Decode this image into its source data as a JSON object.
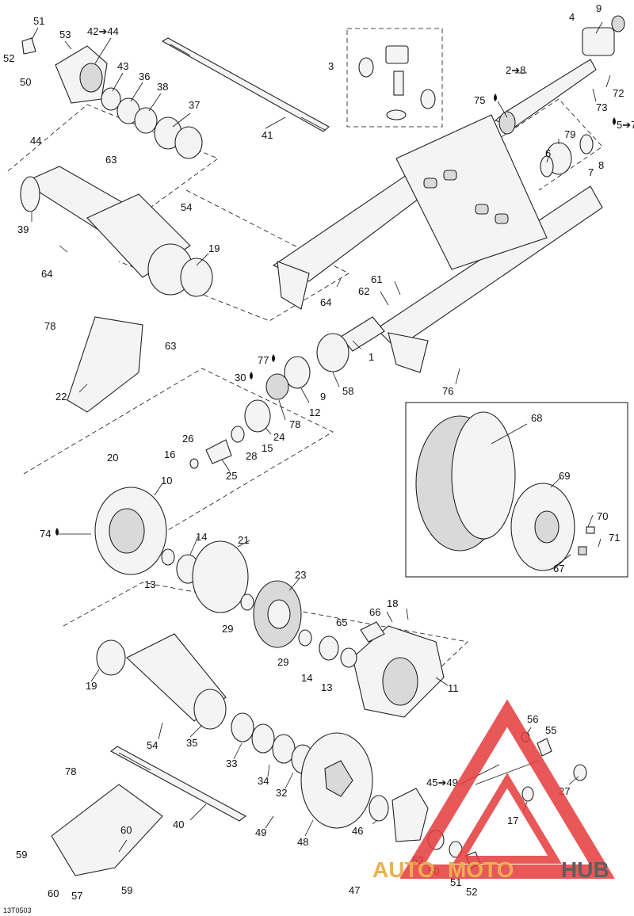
{
  "diagram_ref": "13T0503",
  "watermark": {
    "part1": "AUTO",
    "part2": "MOTO",
    "part3": "HUB",
    "color_red": "#e43b3b",
    "color_orange": "#e7a336",
    "color_dark": "#444444"
  },
  "callouts": [
    {
      "id": "c51a",
      "text": "51"
    },
    {
      "id": "c52a",
      "text": "52"
    },
    {
      "id": "c53a",
      "text": "53"
    },
    {
      "id": "c50a",
      "text": "50"
    },
    {
      "id": "c4244",
      "text": "42➔44"
    },
    {
      "id": "c43",
      "text": "43"
    },
    {
      "id": "c36",
      "text": "36"
    },
    {
      "id": "c38",
      "text": "38"
    },
    {
      "id": "c37",
      "text": "37"
    },
    {
      "id": "c44",
      "text": "44"
    },
    {
      "id": "c41",
      "text": "41"
    },
    {
      "id": "c3",
      "text": "3"
    },
    {
      "id": "c4",
      "text": "4"
    },
    {
      "id": "c9a",
      "text": "9"
    },
    {
      "id": "c28",
      "text": "2➔8"
    },
    {
      "id": "c72",
      "text": "72"
    },
    {
      "id": "c73",
      "text": "73"
    },
    {
      "id": "c75",
      "text": "75"
    },
    {
      "id": "c79",
      "text": "79"
    },
    {
      "id": "c57",
      "text": "5➔7"
    },
    {
      "id": "c6",
      "text": "6"
    },
    {
      "id": "c7",
      "text": "7"
    },
    {
      "id": "c8",
      "text": "8"
    },
    {
      "id": "c63a",
      "text": "63"
    },
    {
      "id": "c39",
      "text": "39"
    },
    {
      "id": "c54a",
      "text": "54"
    },
    {
      "id": "c19a",
      "text": "19"
    },
    {
      "id": "c64a",
      "text": "64"
    },
    {
      "id": "c64b",
      "text": "64"
    },
    {
      "id": "c61",
      "text": "61"
    },
    {
      "id": "c62",
      "text": "62"
    },
    {
      "id": "c78a",
      "text": "78"
    },
    {
      "id": "c63b",
      "text": "63"
    },
    {
      "id": "c1",
      "text": "1"
    },
    {
      "id": "c77",
      "text": "77"
    },
    {
      "id": "c30",
      "text": "30"
    },
    {
      "id": "c9b",
      "text": "9"
    },
    {
      "id": "c58",
      "text": "58"
    },
    {
      "id": "c12",
      "text": "12"
    },
    {
      "id": "c22",
      "text": "22"
    },
    {
      "id": "c76",
      "text": "76"
    },
    {
      "id": "c78b",
      "text": "78"
    },
    {
      "id": "c24",
      "text": "24"
    },
    {
      "id": "c15",
      "text": "15"
    },
    {
      "id": "c28b",
      "text": "28"
    },
    {
      "id": "c26",
      "text": "26"
    },
    {
      "id": "c16",
      "text": "16"
    },
    {
      "id": "c25",
      "text": "25"
    },
    {
      "id": "c20",
      "text": "20"
    },
    {
      "id": "c10",
      "text": "10"
    },
    {
      "id": "c74",
      "text": "74"
    },
    {
      "id": "c68",
      "text": "68"
    },
    {
      "id": "c69",
      "text": "69"
    },
    {
      "id": "c70",
      "text": "70"
    },
    {
      "id": "c71",
      "text": "71"
    },
    {
      "id": "c67",
      "text": "67"
    },
    {
      "id": "c14a",
      "text": "14"
    },
    {
      "id": "c21",
      "text": "21"
    },
    {
      "id": "c13a",
      "text": "13"
    },
    {
      "id": "c23",
      "text": "23"
    },
    {
      "id": "c29a",
      "text": "29"
    },
    {
      "id": "c18",
      "text": "18"
    },
    {
      "id": "c66",
      "text": "66"
    },
    {
      "id": "c65",
      "text": "65"
    },
    {
      "id": "c29b",
      "text": "29"
    },
    {
      "id": "c14b",
      "text": "14"
    },
    {
      "id": "c13b",
      "text": "13"
    },
    {
      "id": "c11",
      "text": "11"
    },
    {
      "id": "c19b",
      "text": "19"
    },
    {
      "id": "c54b",
      "text": "54"
    },
    {
      "id": "c35",
      "text": "35"
    },
    {
      "id": "c33",
      "text": "33"
    },
    {
      "id": "c34",
      "text": "34"
    },
    {
      "id": "c32",
      "text": "32"
    },
    {
      "id": "c56",
      "text": "56"
    },
    {
      "id": "c55",
      "text": "55"
    },
    {
      "id": "c4549",
      "text": "45➔49"
    },
    {
      "id": "c27",
      "text": "27"
    },
    {
      "id": "c78c",
      "text": "78"
    },
    {
      "id": "c17",
      "text": "17"
    },
    {
      "id": "c40",
      "text": "40"
    },
    {
      "id": "c49",
      "text": "49"
    },
    {
      "id": "c48",
      "text": "48"
    },
    {
      "id": "c46",
      "text": "46"
    },
    {
      "id": "c60a",
      "text": "60"
    },
    {
      "id": "c59a",
      "text": "59"
    },
    {
      "id": "c53b",
      "text": "53"
    },
    {
      "id": "c50b",
      "text": "50"
    },
    {
      "id": "c51b",
      "text": "51"
    },
    {
      "id": "c47",
      "text": "47"
    },
    {
      "id": "c52b",
      "text": "52"
    },
    {
      "id": "c60b",
      "text": "60"
    },
    {
      "id": "c57b",
      "text": "57"
    },
    {
      "id": "c59b",
      "text": "59"
    }
  ]
}
